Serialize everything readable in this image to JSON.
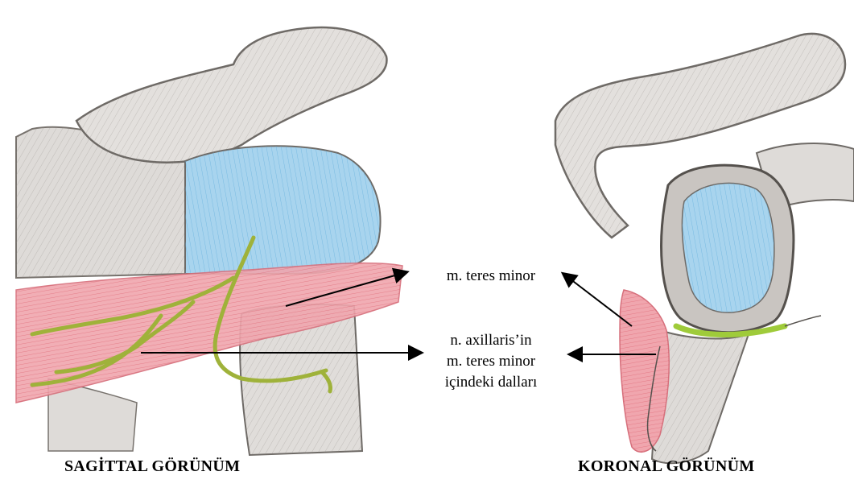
{
  "labels": {
    "teres_minor": "m. teres minor",
    "axillaris_line1": "n. axillaris’in",
    "axillaris_line2": "m. teres minor",
    "axillaris_line3": "içindeki dalları",
    "sagittal_view": "SAGİTTAL GÖRÜNÜM",
    "coronal_view": "KORONAL GÖRÜNÜM"
  },
  "colors": {
    "bone": "#d9d6d3",
    "bone_stroke": "#6e6a66",
    "cartilage_blue": "#8fc7e6",
    "muscle_pink": "#e88a96",
    "nerve_green": "#a8b83a",
    "arrow": "#000000"
  }
}
